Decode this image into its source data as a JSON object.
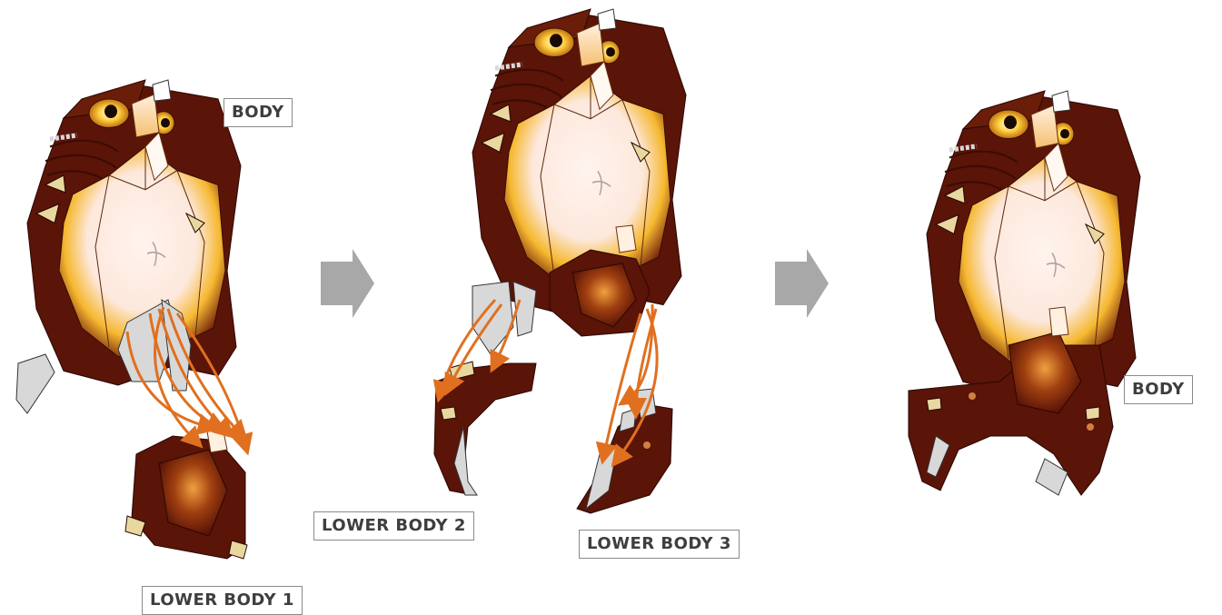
{
  "labels": {
    "body_step1": "BODY",
    "lower_body_1": "LOWER BODY 1",
    "lower_body_2": "LOWER BODY 2",
    "lower_body_3": "LOWER BODY 3",
    "body_result": "BODY"
  },
  "colors": {
    "fur_dark": "#5a1408",
    "fur_mid": "#8a3a10",
    "fur_orange": "#f0a020",
    "belly": "#fff0ea",
    "inner_grey": "#d8d8d8",
    "arrow": "#e07020",
    "step_arrow": "#a8a8a8"
  }
}
